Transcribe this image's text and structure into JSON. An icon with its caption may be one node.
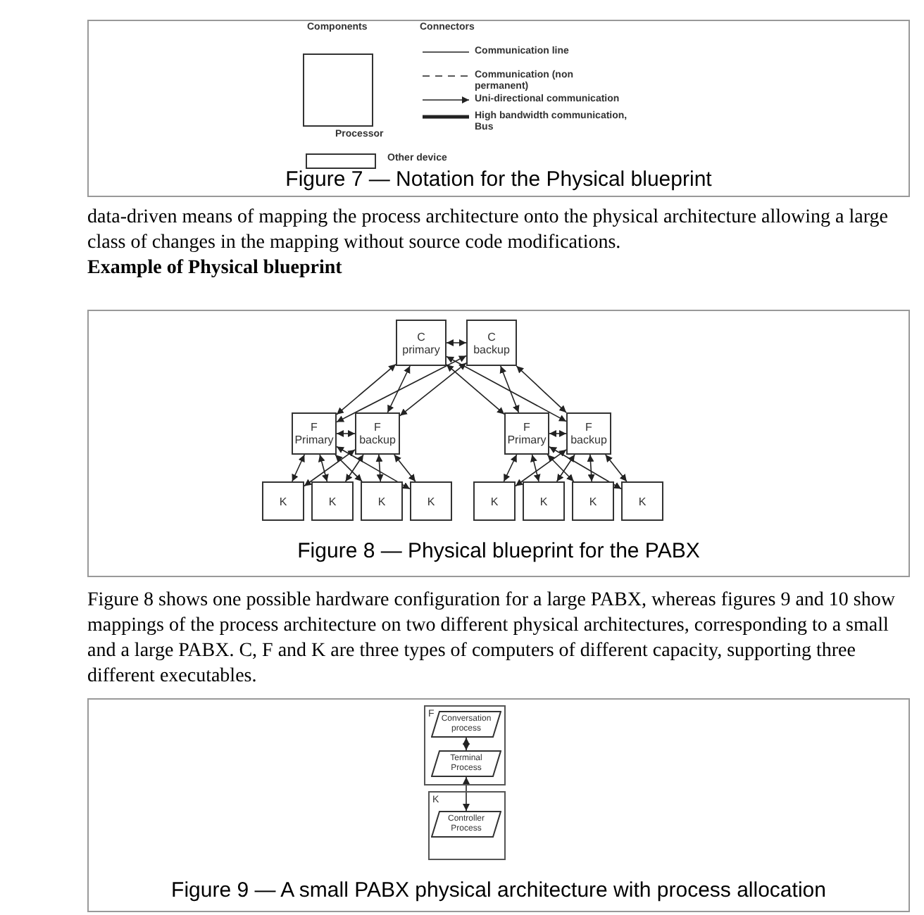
{
  "diagram": {
    "nodes": [
      {
        "text": [],
        "shape": "box",
        "beside": [
          "Processor"
        ]
      },
      {
        "text": [],
        "shape": "box",
        "beside": [
          "Other device"
        ]
      },
      {
        "text": [
          "C primary"
        ]
      },
      {
        "text": [
          "C backup"
        ]
      },
      {
        "text": [
          "F Primary"
        ]
      },
      {
        "text": [
          "F backup"
        ]
      },
      {
        "text": [
          "F Primary"
        ]
      },
      {
        "text": [
          "F backup"
        ]
      },
      {
        "text": [
          "K"
        ]
      },
      {
        "text": [
          "K"
        ]
      },
      {
        "text": [
          "K"
        ]
      },
      {
        "text": [
          "K"
        ]
      },
      {
        "text": [
          "K"
        ]
      },
      {
        "text": [
          "K"
        ]
      },
      {
        "text": [
          "K"
        ]
      },
      {
        "text": [
          "K"
        ]
      },
      {
        "text": [
          "F"
        ]
      },
      {
        "text": [
          "Conversation process"
        ],
        "in": 16
      },
      {
        "text": [
          "Terminal Process"
        ],
        "in": 16
      },
      {
        "text": [
          "K"
        ]
      },
      {
        "text": [
          "Controller Process"
        ],
        "in": 19
      }
    ],
    "edges": [
      {
        "from": 2,
        "to": 3,
        "arrow": "both"
      },
      {
        "from": 2,
        "to": 4,
        "arrow": "both"
      },
      {
        "from": 2,
        "to": 5,
        "arrow": "both"
      },
      {
        "from": 2,
        "to": 6,
        "arrow": "both"
      },
      {
        "from": 2,
        "to": 7,
        "arrow": "both"
      },
      {
        "from": 3,
        "to": 4,
        "arrow": "both"
      },
      {
        "from": 3,
        "to": 5,
        "arrow": "both"
      },
      {
        "from": 3,
        "to": 6,
        "arrow": "both"
      },
      {
        "from": 3,
        "to": 7,
        "arrow": "both"
      },
      {
        "from": 4,
        "to": 5,
        "arrow": "both"
      },
      {
        "from": 6,
        "to": 7,
        "arrow": "both"
      },
      {
        "from": 4,
        "to": 8,
        "arrow": "both"
      },
      {
        "from": 4,
        "to": 9,
        "arrow": "both"
      },
      {
        "from": 4,
        "to": 10,
        "arrow": "both"
      },
      {
        "from": 4,
        "to": 11,
        "arrow": "both"
      },
      {
        "from": 5,
        "to": 8,
        "arrow": "both"
      },
      {
        "from": 5,
        "to": 9,
        "arrow": "both"
      },
      {
        "from": 5,
        "to": 10,
        "arrow": "both"
      },
      {
        "from": 5,
        "to": 11,
        "arrow": "both"
      },
      {
        "from": 6,
        "to": 12,
        "arrow": "both"
      },
      {
        "from": 6,
        "to": 13,
        "arrow": "both"
      },
      {
        "from": 6,
        "to": 14,
        "arrow": "both"
      },
      {
        "from": 6,
        "to": 15,
        "arrow": "both"
      },
      {
        "from": 7,
        "to": 12,
        "arrow": "both"
      },
      {
        "from": 7,
        "to": 13,
        "arrow": "both"
      },
      {
        "from": 7,
        "to": 14,
        "arrow": "both"
      },
      {
        "from": 7,
        "to": 15,
        "arrow": "both"
      },
      {
        "from": 17,
        "to": 18,
        "arrow": "both"
      },
      {
        "from": 18,
        "to": 20,
        "arrow": "both"
      }
    ],
    "labels": [
      "Components",
      "Connectors",
      "Figure 7 — Notation for the Physical blueprint",
      "data-driven means of mapping the process architecture onto the physical architecture allowing a large class of changes in the mapping without source code modifications.",
      "Example of Physical blueprint",
      "Figure 8 — Physical blueprint for the PABX",
      "Figure 8 shows one possible hardware configuration for a large PABX, whereas figures 9 and 10 show mappings of the process architecture on two different physical architectures, corresponding to a small and a large PABX. C, F and K are three types of computers of different capacity, supporting three different executables.",
      "Figure 9 — A small PABX physical architecture with process allocation"
    ],
    "legend": [
      {
        "text": "Communication line"
      },
      {
        "text": "Communication (non permanent)"
      },
      {
        "text": "Uni-directional communication"
      },
      {
        "text": "High bandwidth communication, Bus"
      }
    ]
  }
}
